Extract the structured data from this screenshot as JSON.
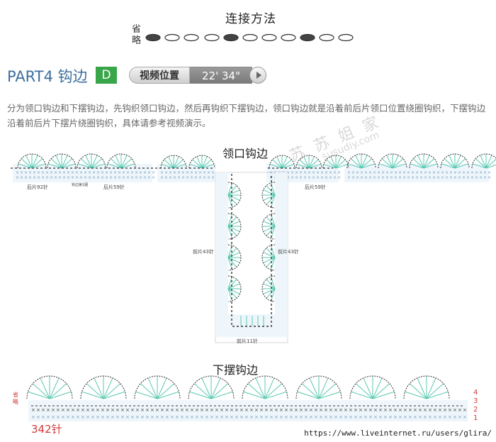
{
  "header": {
    "connection_title": "连接方法",
    "omit_label_1": "省",
    "omit_label_2": "略"
  },
  "part": {
    "title": "PART4 钩边",
    "badge": "D",
    "video_label": "视频位置",
    "video_time": "22' 34\""
  },
  "description": "分为领口钩边和下摆钩边，先钩织领口钩边，然后再钩织下摆钩边，领口钩边就是沿着前后片领口位置绕圈钩织，下摆钩边沿着前后片下摆片绕圈钩织，具体请参考视频演示。",
  "watermark": {
    "text1": "苏 苏 姐 家",
    "text2": "susudiy.com"
  },
  "neckline": {
    "title": "领口钩边",
    "back_left": "后片92针",
    "hook_start": "钩边第1圈",
    "back_59_left": "后片59针",
    "back_59_right": "后片59针",
    "front_43_left": "前片43针",
    "front_43_right": "前片43针",
    "front_11": "前片11针"
  },
  "hem": {
    "title": "下摆钩边",
    "omit_1": "省",
    "omit_2": "略",
    "stitch_count": "342针",
    "rows": [
      "4",
      "3",
      "2",
      "1"
    ]
  },
  "footer": {
    "url": "https://www.liveinternet.ru/users/glira/"
  },
  "colors": {
    "teal": "#59c9b0",
    "blue_title": "#3d6f9e",
    "green_badge": "#3aa64a",
    "red": "#d23a3a"
  }
}
